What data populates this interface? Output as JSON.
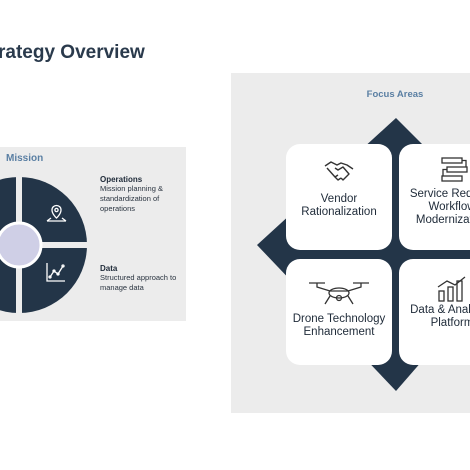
{
  "page": {
    "title": "rategy Overview"
  },
  "mission": {
    "title": "Mission",
    "operations": {
      "heading": "Operations",
      "text": "Mission planning & standardization of operations"
    },
    "data": {
      "heading": "Data",
      "text": "Structured approach to manage data"
    }
  },
  "focus": {
    "title": "Focus Areas",
    "cards": [
      {
        "label": "Vendor Rationalization",
        "icon": "handshake-icon"
      },
      {
        "label": "Service Request Workflow Modernization",
        "icon": "workflow-icon"
      },
      {
        "label": "Drone Technology Enhancement",
        "icon": "drone-icon"
      },
      {
        "label": "Data & Analytics Platform",
        "icon": "analytics-chart-icon"
      }
    ]
  },
  "colors": {
    "dark_navy": "#233548",
    "accent_blue": "#5a7fa3",
    "panel_gray": "#ececec",
    "ring_center": "#cfcfe6"
  }
}
